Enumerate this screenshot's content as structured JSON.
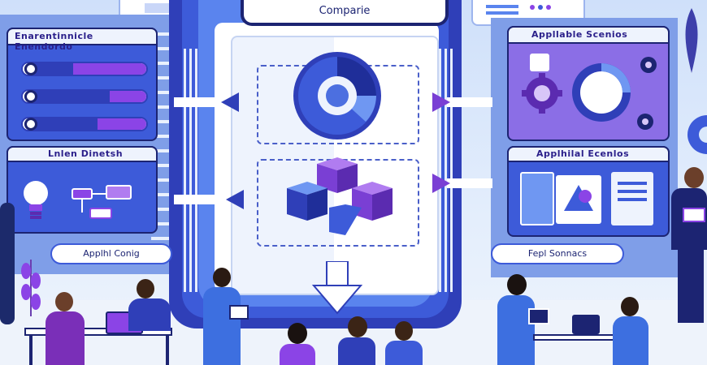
{
  "center": {
    "compare_label": "Comparie"
  },
  "left_top_panel": {
    "title": "Enarentinnicle Enendordo"
  },
  "left_mid_panel": {
    "title": "Lnlen Dinetsh"
  },
  "left_bottom_label": "Applhl Conig",
  "right_top_panel": {
    "title": "Appllable Scenios"
  },
  "right_mid_panel": {
    "title": "Applhilal Ecenlos"
  },
  "right_bottom_label": "Fepl Sonnacs",
  "colors": {
    "navy": "#1c2472",
    "blue": "#3d5bd9",
    "purple": "#8b44e6",
    "light": "#dbe9fb"
  }
}
